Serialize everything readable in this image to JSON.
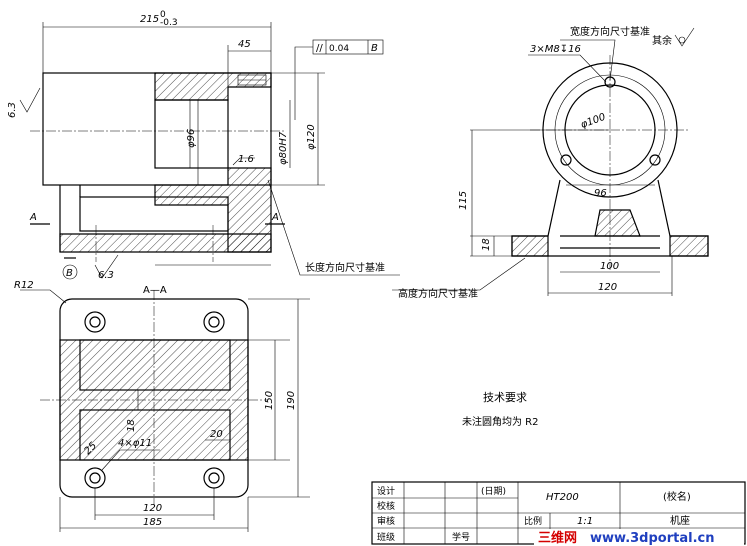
{
  "dims": {
    "overall_length": "215",
    "overall_tol_upper": "0",
    "overall_tol_lower": "-0.3",
    "depth_45": "45",
    "dia_96": "φ96",
    "dia_80H7": "φ80H7",
    "dia_120": "φ120",
    "roughness_16": "1.6",
    "roughness_63_left": "6.3",
    "roughness_63_bottom": "6.3",
    "width_96": "96",
    "height_115": "115",
    "height_18": "18",
    "base_100": "100",
    "base_120": "120",
    "circle_100": "φ100",
    "thread": "3×M8↧16",
    "r12": "R12",
    "sec_150": "150",
    "sec_190": "190",
    "sec_120": "120",
    "sec_185": "185",
    "sec_18": "18",
    "sec_20": "20",
    "sec_25": "25",
    "holes": "4×φ11"
  },
  "tolerance_frame": {
    "symbol": "//",
    "value": "0.04",
    "datum": "B"
  },
  "labels": {
    "section_a_left": "A",
    "section_a_right": "A",
    "datum_b": "B",
    "section_title": "A—A",
    "width_datum": "宽度方向尺寸基准",
    "length_datum": "长度方向尺寸基准",
    "height_datum": "高度方向尺寸基准",
    "rest_roughness": "其余"
  },
  "tech": {
    "title": "技术要求",
    "note": "未注圆角均为 R2"
  },
  "title_block": {
    "design": "设计",
    "check": "校核",
    "review": "审核",
    "class": "班级",
    "student_no": "学号",
    "date": "(日期)",
    "material": "HT200",
    "school": "(校名)",
    "scale_label": "比例",
    "scale_value": "1:1",
    "part_name": "机座"
  },
  "watermark": {
    "cn": "三维网",
    "url": "www.3dportal.cn"
  },
  "colors": {
    "line": "#000000",
    "watermark_red": "#d40000",
    "watermark_blue": "#1f3fbf"
  }
}
